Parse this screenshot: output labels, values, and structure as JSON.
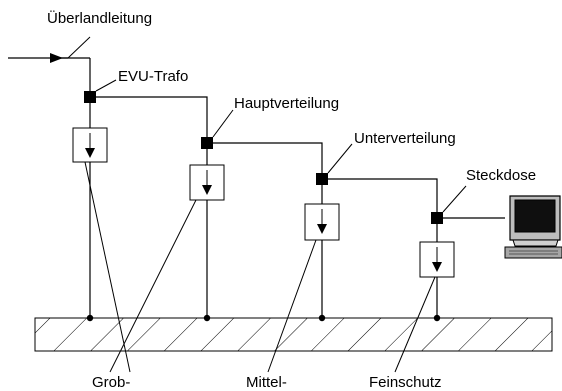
{
  "diagram": {
    "labels": {
      "overhead_line": "Überlandleitung",
      "utility_transformer": "EVU-Trafo",
      "main_distribution": "Hauptverteilung",
      "sub_distribution": "Unterverteilung",
      "socket": "Steckdose",
      "coarse": "Grob-",
      "medium": "Mittel-",
      "fine": "Feinschutz"
    },
    "icons": {
      "computer": "computer-icon",
      "surge_arrester": "surge-arrester-icon",
      "earth_ground": "earth-ground-icon"
    }
  }
}
